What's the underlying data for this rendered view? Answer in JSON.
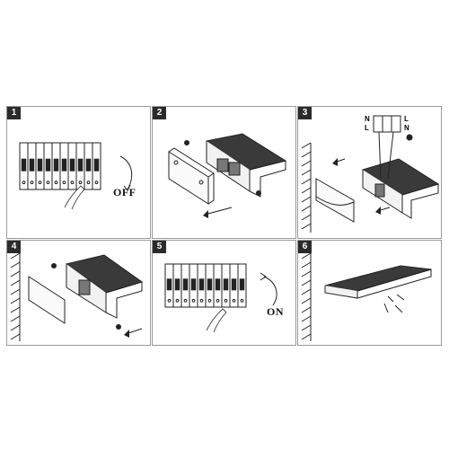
{
  "steps": [
    {
      "number": "1",
      "label": "OFF"
    },
    {
      "number": "2"
    },
    {
      "number": "3",
      "wire_labels": [
        "N",
        "L",
        "L",
        "N"
      ]
    },
    {
      "number": "4"
    },
    {
      "number": "5",
      "label": "ON"
    },
    {
      "number": "6"
    }
  ]
}
